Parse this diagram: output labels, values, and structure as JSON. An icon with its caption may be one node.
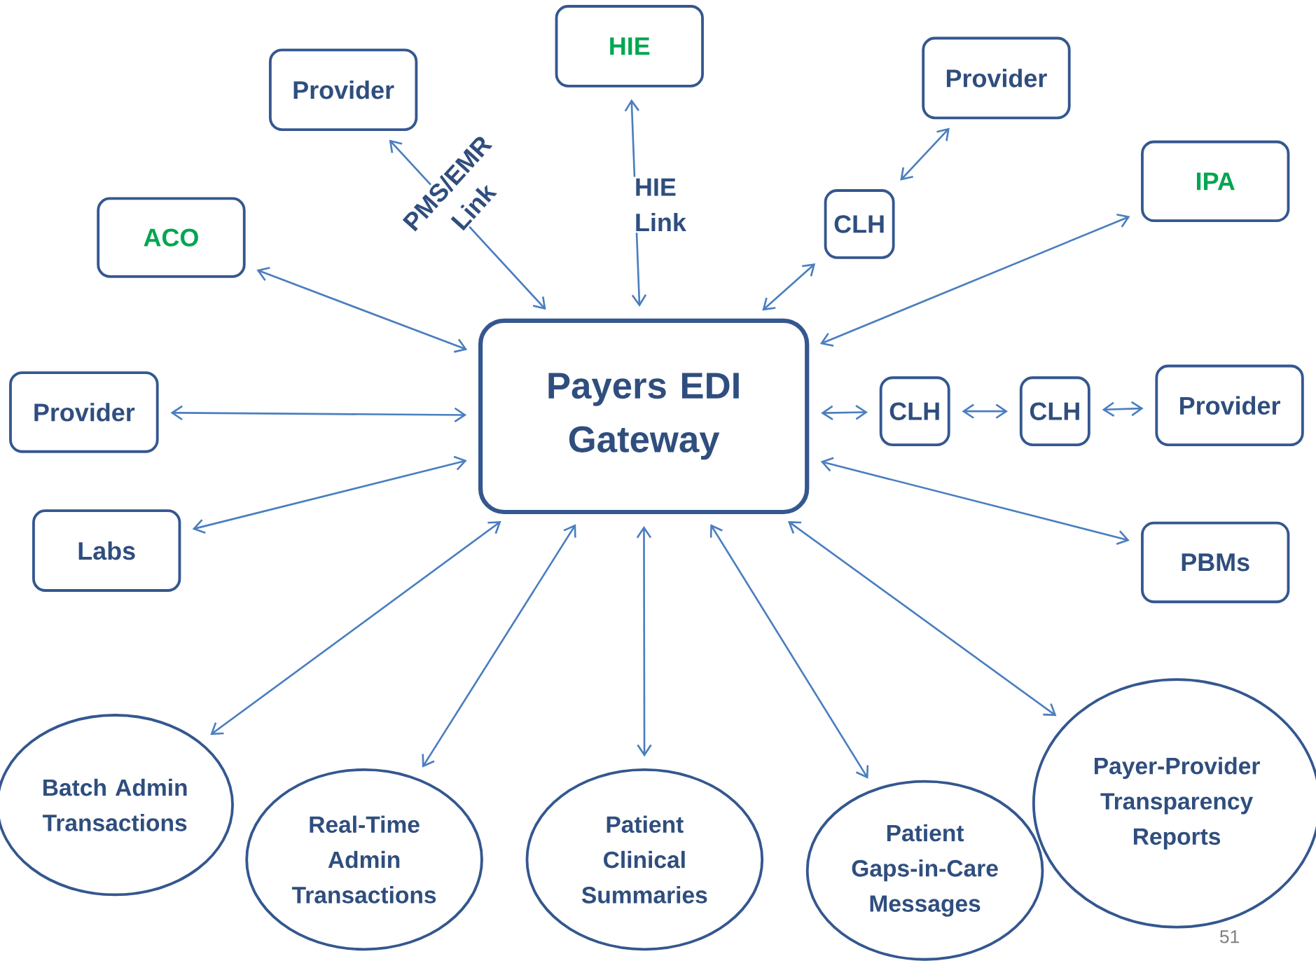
{
  "diagram": {
    "nodes": [
      {
        "text": [
          "Provider"
        ]
      },
      {
        "text": [
          "HIE"
        ]
      },
      {
        "text": [
          "Provider"
        ]
      },
      {
        "text": [
          "ACO"
        ]
      },
      {
        "text": [
          "CLH"
        ]
      },
      {
        "text": [
          "IPA"
        ]
      },
      {
        "text": [
          "Payers EDI Gateway"
        ]
      },
      {
        "text": [
          "Provider"
        ]
      },
      {
        "text": [
          "CLH"
        ]
      },
      {
        "text": [
          "CLH"
        ]
      },
      {
        "text": [
          "Provider"
        ]
      },
      {
        "text": [
          "Labs"
        ]
      },
      {
        "text": [
          "PBMs"
        ]
      },
      {
        "text": [
          "Batch Admin Transactions"
        ]
      },
      {
        "text": [
          "Real-Time Admin Transactions"
        ]
      },
      {
        "text": [
          "Patient Clinical Summaries"
        ]
      },
      {
        "text": [
          "Patient Gaps-in-Care Messages"
        ]
      },
      {
        "text": [
          "Payer-Provider Transparency Reports"
        ]
      }
    ],
    "edges": [
      {
        "from": 0,
        "to": 6,
        "arrow": "both",
        "label": "PMS/EMR Link"
      },
      {
        "from": 1,
        "to": 6,
        "arrow": "both",
        "label": "HIE Link"
      },
      {
        "from": 2,
        "to": 4,
        "arrow": "both"
      },
      {
        "from": 4,
        "to": 6,
        "arrow": "both"
      },
      {
        "from": 5,
        "to": 6,
        "arrow": "both"
      },
      {
        "from": 3,
        "to": 6,
        "arrow": "both"
      },
      {
        "from": 7,
        "to": 6,
        "arrow": "both"
      },
      {
        "from": 6,
        "to": 8,
        "arrow": "both"
      },
      {
        "from": 8,
        "to": 9,
        "arrow": "both"
      },
      {
        "from": 9,
        "to": 10,
        "arrow": "both"
      },
      {
        "from": 11,
        "to": 6,
        "arrow": "both"
      },
      {
        "from": 6,
        "to": 12,
        "arrow": "both"
      },
      {
        "from": 13,
        "to": 6,
        "arrow": "both"
      },
      {
        "from": 14,
        "to": 6,
        "arrow": "both"
      },
      {
        "from": 15,
        "to": 6,
        "arrow": "both"
      },
      {
        "from": 16,
        "to": 6,
        "arrow": "both"
      },
      {
        "from": 17,
        "to": 6,
        "arrow": "both"
      }
    ],
    "labels": [
      "51"
    ]
  }
}
